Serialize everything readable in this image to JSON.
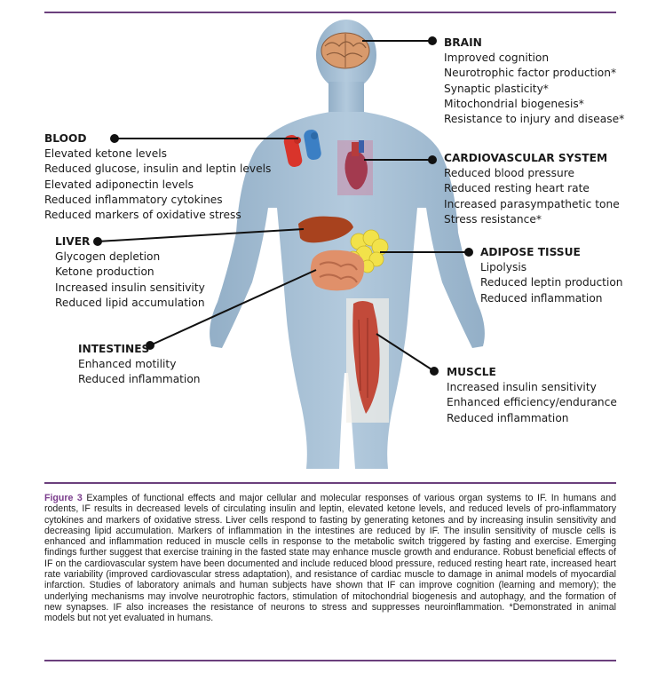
{
  "organs": {
    "brain": {
      "title": "BRAIN",
      "items": [
        "Improved cognition",
        "Neurotrophic factor production*",
        "Synaptic plasticity*",
        "Mitochondrial biogenesis*",
        "Resistance to injury and disease*"
      ]
    },
    "blood": {
      "title": "BLOOD",
      "items": [
        "Elevated ketone levels",
        "Reduced glucose, insulin and leptin levels",
        "Elevated adiponectin levels",
        "Reduced inflammatory cytokines",
        "Reduced markers of oxidative stress"
      ]
    },
    "cardio": {
      "title": "CARDIOVASCULAR SYSTEM",
      "items": [
        "Reduced blood pressure",
        "Reduced resting heart rate",
        "Increased parasympathetic tone",
        "Stress resistance*"
      ]
    },
    "liver": {
      "title": "LIVER",
      "items": [
        "Glycogen depletion",
        "Ketone production",
        "Increased insulin sensitivity",
        "Reduced lipid accumulation"
      ]
    },
    "adipose": {
      "title": "ADIPOSE TISSUE",
      "items": [
        "Lipolysis",
        "Reduced leptin production",
        "Reduced inflammation"
      ]
    },
    "intestines": {
      "title": "INTESTINES",
      "items": [
        "Enhanced motility",
        "Reduced inflammation"
      ]
    },
    "muscle": {
      "title": "MUSCLE",
      "items": [
        "Increased insulin sensitivity",
        "Enhanced efficiency/endurance",
        "Reduced inflammation"
      ]
    }
  },
  "caption": {
    "fig_label": "Figure 3",
    "text": " Examples of functional effects and major cellular and molecular responses of various organ systems to IF. In humans and rodents, IF results in decreased levels of circulating insulin and leptin, elevated ketone levels, and reduced levels of pro-inflammatory cytokines and markers of oxidative stress. Liver cells respond to fasting by generating ketones and by increasing insulin sensitivity and decreasing lipid accumulation. Markers of inflammation in the intestines are reduced by IF. The insulin sensitivity of muscle cells is enhanced and inflammation reduced in muscle cells in response to the metabolic switch triggered by fasting and exercise. Emerging findings further suggest that exercise training in the fasted state may enhance muscle growth and endurance. Robust beneficial effects of IF on the cardiovascular system have been documented and include reduced blood pressure, reduced resting heart rate, increased heart rate variability (improved cardiovascular stress adaptation), and resistance of cardiac muscle to damage in animal models of myocardial infarction. Studies of laboratory animals and human subjects have shown that IF can improve cognition (learning and memory); the underlying mechanisms may involve neurotrophic factors, stimulation of mitochondrial biogenesis and autophagy, and the formation of new synapses. IF also increases the resistance of neurons to stress and suppresses neuroinflammation. *Demonstrated in animal models but not yet evaluated in humans."
  },
  "colors": {
    "rule": "#6b3f7d",
    "body": "#a9c1d6",
    "caption_label": "#7a3c8c"
  }
}
